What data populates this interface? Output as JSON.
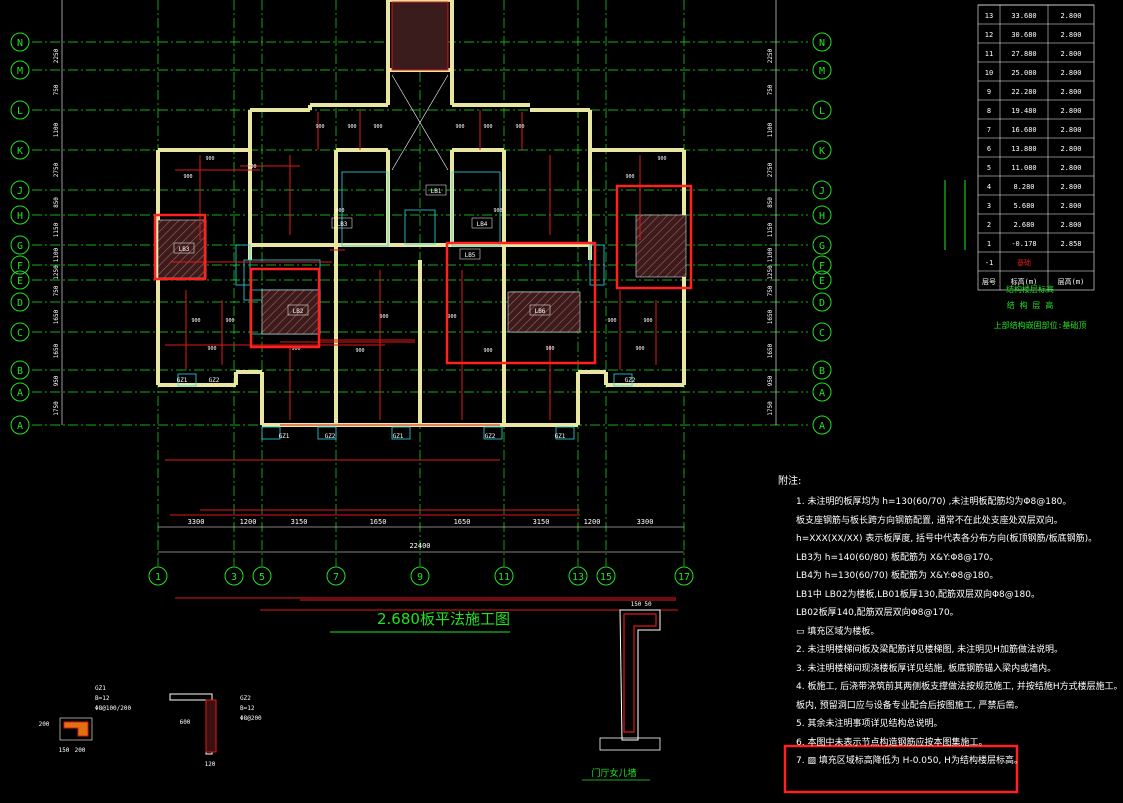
{
  "drawing_title": "2.680板平法施工图",
  "axis_rows": [
    "N",
    "M",
    "L",
    "K",
    "J",
    "H",
    "G",
    "F",
    "E",
    "D",
    "C",
    "B",
    "A",
    "A"
  ],
  "axis_cols": [
    "1",
    "3",
    "5",
    "7",
    "9",
    "11",
    "13",
    "15",
    "17"
  ],
  "dims_bottom": [
    "3300",
    "1200",
    "3150",
    "1650",
    "1650",
    "3150",
    "1200",
    "3300"
  ],
  "total_dim": "22400",
  "dims_left": [
    "2250",
    "750",
    "1100",
    "2750",
    "850",
    "1150",
    "1100",
    "1250",
    "750",
    "1650",
    "1650",
    "950",
    "1750"
  ],
  "slab_labels": [
    "LB1",
    "LB3",
    "LB4",
    "LB5",
    "LB2",
    "LB6",
    "LB3"
  ],
  "wall_labels": [
    "GZ1",
    "GZ2",
    "GZ1",
    "GZ2",
    "GZ1",
    "GZ2",
    "GZ1",
    "GZ2"
  ],
  "floor_table": {
    "rows": [
      [
        "13",
        "33.680",
        "2.800"
      ],
      [
        "12",
        "30.680",
        "2.800"
      ],
      [
        "11",
        "27.880",
        "2.800"
      ],
      [
        "10",
        "25.080",
        "2.800"
      ],
      [
        "9",
        "22.280",
        "2.800"
      ],
      [
        "8",
        "19.480",
        "2.800"
      ],
      [
        "7",
        "16.680",
        "2.800"
      ],
      [
        "6",
        "13.880",
        "2.800"
      ],
      [
        "5",
        "11.080",
        "2.800"
      ],
      [
        "4",
        "8.280",
        "2.800"
      ],
      [
        "3",
        "5.680",
        "2.800"
      ],
      [
        "2",
        "2.680",
        "2.800"
      ],
      [
        "1",
        "-0.178",
        "2.858"
      ],
      [
        "-1",
        "基础",
        ""
      ]
    ],
    "header": [
      "层号",
      "标高(m)",
      "层高(m)"
    ],
    "caption1": "结构楼层标高",
    "caption2": "结 构 层 高",
    "caption3": "上部结构嵌固部位:基础顶"
  },
  "notes": {
    "title": "附注:",
    "lines": [
      "1. 未注明的板厚均为  h=130(60/70) ,未注明板配筋均为Φ8@180。",
      "   板支座钢筋与板长跨方向钢筋配置, 通常不在此处支座处双层双向。",
      "   h=XXX(XX/XX) 表示板厚度, 括号中代表各分布方向(板顶钢筋/板底钢筋)。",
      "   LB3为 h=140(60/80)  板配筋为 X&Y:Φ8@170。",
      "   LB4为 h=130(60/70)  板配筋为 X&Y:Φ8@180。",
      "   LB1中 LB02为楼板,LB01板厚130,配筋双层双向Φ8@180。",
      "   LB02板厚140,配筋双层双向Φ8@170。",
      "   ▭ 填充区域为楼板。",
      "2. 未注明楼梯间板及梁配筋详见楼梯图, 未注明见H加筋做法说明。",
      "3. 未注明楼梯间现浇楼板厚详见结施, 板底钢筋锚入梁内或墙内。",
      "4. 板施工, 后浇带浇筑前其两侧板支撑做法按规范施工, 并按结施H方式楼层施工。",
      "   板内, 预留洞口应与设备专业配合后按图施工, 严禁后凿。",
      "5. 其余未注明事项详见结构总说明。",
      "6. 本图中未表示节点构造钢筋应按本图集施工。",
      "7. ▨ 填充区域标高降低为 H-0.050, H为结构楼层标高。"
    ]
  },
  "details": {
    "gz1": "GZ1",
    "gz1_spec": "B=12\nΦ8@100/200",
    "gz2": "GZ2",
    "gz2_spec": "B=12\nΦ8@200",
    "door_title": "门厅女儿墙",
    "dim_150": "150",
    "dim_50": "50",
    "dim_120": "120",
    "dim_200": "200",
    "dim_600": "600"
  },
  "colors": {
    "background": "#000000",
    "wall": "#e8e6a0",
    "axis": "#1fe31f",
    "rebar": "#e01818",
    "dim": "#ffffff",
    "highlight": "#ff2020",
    "cyan": "#2ad7e6",
    "hatch": "#b35a5a"
  }
}
